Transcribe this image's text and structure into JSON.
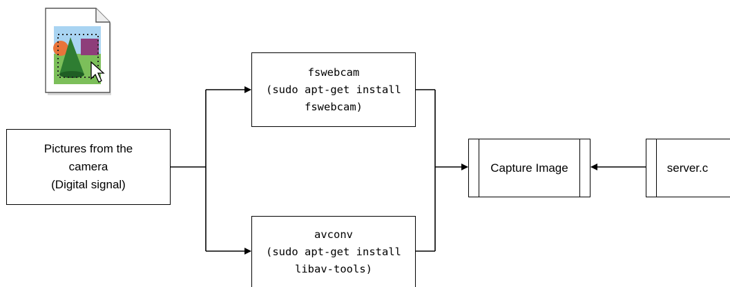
{
  "diagram": {
    "source_box": {
      "lines": [
        "Pictures from the",
        "camera",
        "(Digital signal)"
      ]
    },
    "fswebcam_box": {
      "lines": [
        "fswebcam",
        "(sudo apt-get install",
        "fswebcam)"
      ]
    },
    "avconv_box": {
      "lines": [
        "avconv",
        "(sudo apt-get install",
        "libav-tools)"
      ]
    },
    "capture_box": {
      "label": "Capture Image"
    },
    "server_box": {
      "label": "server.c"
    }
  },
  "icons": {
    "picture": "image-file-icon"
  }
}
